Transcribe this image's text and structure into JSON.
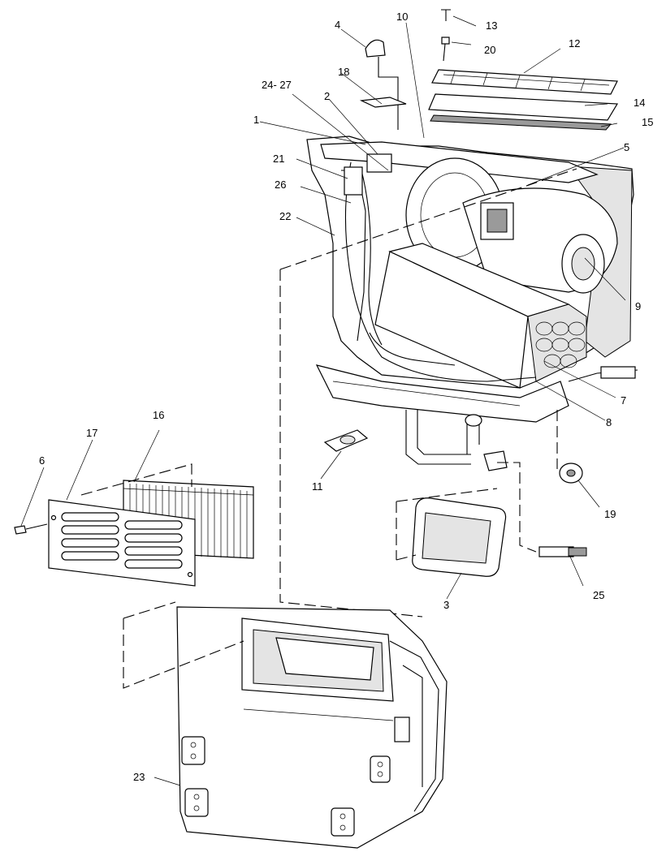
{
  "diagram": {
    "callouts": [
      {
        "id": "c1",
        "text": "1"
      },
      {
        "id": "c2",
        "text": "2"
      },
      {
        "id": "c3",
        "text": "3"
      },
      {
        "id": "c4",
        "text": "4"
      },
      {
        "id": "c5",
        "text": "5"
      },
      {
        "id": "c6",
        "text": "6"
      },
      {
        "id": "c7",
        "text": "7"
      },
      {
        "id": "c8",
        "text": "8"
      },
      {
        "id": "c9",
        "text": "9"
      },
      {
        "id": "c10",
        "text": "10"
      },
      {
        "id": "c11",
        "text": "11"
      },
      {
        "id": "c12",
        "text": "12"
      },
      {
        "id": "c13",
        "text": "13"
      },
      {
        "id": "c14",
        "text": "14"
      },
      {
        "id": "c15",
        "text": "15"
      },
      {
        "id": "c16",
        "text": "16"
      },
      {
        "id": "c17",
        "text": "17"
      },
      {
        "id": "c18",
        "text": "18"
      },
      {
        "id": "c19",
        "text": "19"
      },
      {
        "id": "c20",
        "text": "20"
      },
      {
        "id": "c21",
        "text": "21"
      },
      {
        "id": "c22",
        "text": "22"
      },
      {
        "id": "c23",
        "text": "23"
      },
      {
        "id": "c24_27",
        "text": "24- 27"
      },
      {
        "id": "c25",
        "text": "25"
      },
      {
        "id": "c26",
        "text": "26"
      }
    ]
  }
}
